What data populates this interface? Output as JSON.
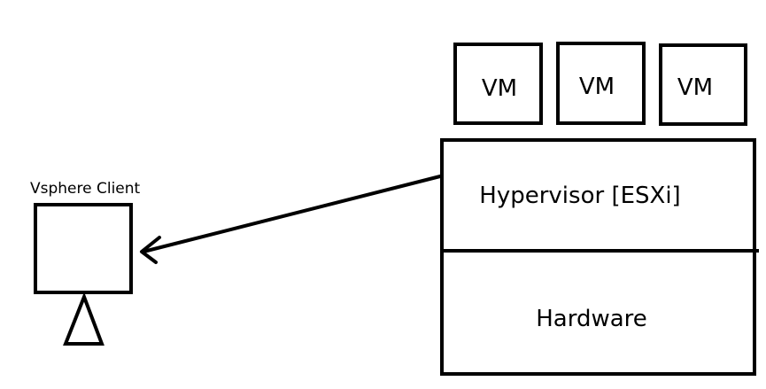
{
  "client": {
    "label": "Vsphere Client"
  },
  "vms": [
    {
      "label": "VM"
    },
    {
      "label": "VM"
    },
    {
      "label": "VM"
    }
  ],
  "hypervisor": {
    "label": "Hypervisor [ESXi]"
  },
  "hardware": {
    "label": "Hardware"
  },
  "colors": {
    "stroke": "#000000",
    "background": "#ffffff"
  }
}
